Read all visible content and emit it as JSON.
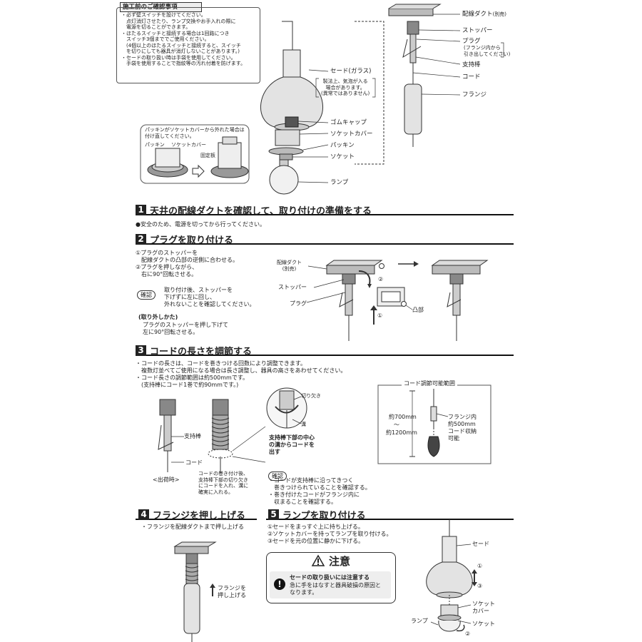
{
  "pre_check": {
    "title": "施工前のご確認事項",
    "lines": [
      "・必ず壁スイッチを設けてください。",
      "　点灯消灯させたり、ランプ交換やお手入れの際に",
      "　電源を切ることができます。",
      "・ほたるスイッチと接続する場合は1回路につき",
      "　スイッチ3個まででご使用ください。",
      "　(4個以上のほたるスイッチと接続すると、スイッチ",
      "　を切りにしても器具が消灯しないことがあります。)",
      "・セードの取り扱い時は手袋を使用してください。",
      "　手袋を使用することで指紋等の汚れ付着を防げます。"
    ]
  },
  "gasket_note": {
    "text": "パッキンがソケットカバーから外れた場合は\n付け直してください。",
    "label_packing": "パッキン",
    "label_socket_cover": "ソケットカバー",
    "label_fixing_plate": "固定板"
  },
  "parts": {
    "shade": "セード(ガラス)",
    "shade_note": "製法上、気泡が入る\n場合があります。\n(異常ではありません)",
    "rubber_cap": "ゴムキャップ",
    "socket_cover": "ソケットカバー",
    "packing": "パッキン",
    "socket": "ソケット",
    "lamp": "ランプ",
    "duct": "配線ダクト",
    "duct_sub": "(別売)",
    "stopper": "ストッパー",
    "plug": "プラグ",
    "plug_note": "(フランジ内から\n引き出してください)",
    "support_rod": "支持棒",
    "cord": "コード",
    "flange": "フランジ"
  },
  "sections": [
    {
      "num": "1",
      "title": "天井の配線ダクトを確認して、取り付けの準備をする"
    },
    {
      "num": "2",
      "title": "プラグを取り付ける"
    },
    {
      "num": "3",
      "title": "コードの長さを調節する"
    },
    {
      "num": "4",
      "title": "フランジを押し上げる"
    },
    {
      "num": "5",
      "title": "ランプを取り付ける"
    }
  ],
  "s1": {
    "text": "●安全のため、電源を切ってから行ってください。"
  },
  "s2": {
    "steps": "①プラグのストッパーを\n　配線ダクトの凸部の逆側に合わせる。\n②プラグを押しながら、\n　右に90°回転させる。",
    "confirm_label": "確認",
    "confirm_text": "取り付け後、ストッパーを\n下げずに左に回し、\n外れないことを確認してください。",
    "remove_title": "(取り外しかた)",
    "remove_text": "プラグのストッパーを押し下げて\n左に90°回転させる。",
    "label_duct": "配線ダクト\n(別売)",
    "label_stopper": "ストッパー",
    "label_plug": "プラグ",
    "label_convex": "凸部",
    "n1": "①",
    "n2": "②"
  },
  "s3": {
    "text": "・コードの長さは、コードを巻きつける回数により調整できます。\n　複数灯並べてご使用になる場合は長さ調整し、器具の高さをあわせてください。\n・コード長さの調節範囲は約500mmです。\n　(支持棒にコード1巻で約90mmです。)",
    "label_support": "支持棒",
    "label_cord": "コード",
    "label_shipping": "<出荷時>",
    "wrap_note": "コードの巻き付け後、\n支持棒下部の切り欠き\nにコードを入れ、溝に\n確実に入れる。",
    "cut_label": "切り欠き",
    "groove_label": "溝",
    "center_note": "支持棒下部の中心\nの溝からコードを\n出す",
    "confirm_label": "確認",
    "confirm_text": "・コードが支持棒に沿ってきつく\n　巻きつけられていることを確認する。\n・巻き付けたコードがフランジ内に\n　収まることを確認する。",
    "range_title": "コード調節可能範囲",
    "range_top": "約700mm",
    "range_mid": "〜",
    "range_bottom": "約1200mm",
    "range_note": "フランジ内\n約500mm\nコード収納\n可能"
  },
  "s4": {
    "text": "・フランジを配線ダクトまで押し上げる",
    "push_label": "フランジを\n押し上げる"
  },
  "s5": {
    "steps": "①セードをまっすぐ上に持ち上げる。\n②ソケットカバーを持ってランプを取り付ける。\n③セードを元の位置に静かに下げる。",
    "caution_title": "注意",
    "caution_head": "セードの取り扱いには注意する",
    "caution_body": "急に手をはなすと器具破損の原因と\nなります。",
    "label_shade": "セード",
    "label_socket_cover": "ソケット\nカバー",
    "label_socket": "ソケット",
    "label_lamp": "ランプ",
    "n1": "①",
    "n2": "②",
    "n3": "③"
  }
}
